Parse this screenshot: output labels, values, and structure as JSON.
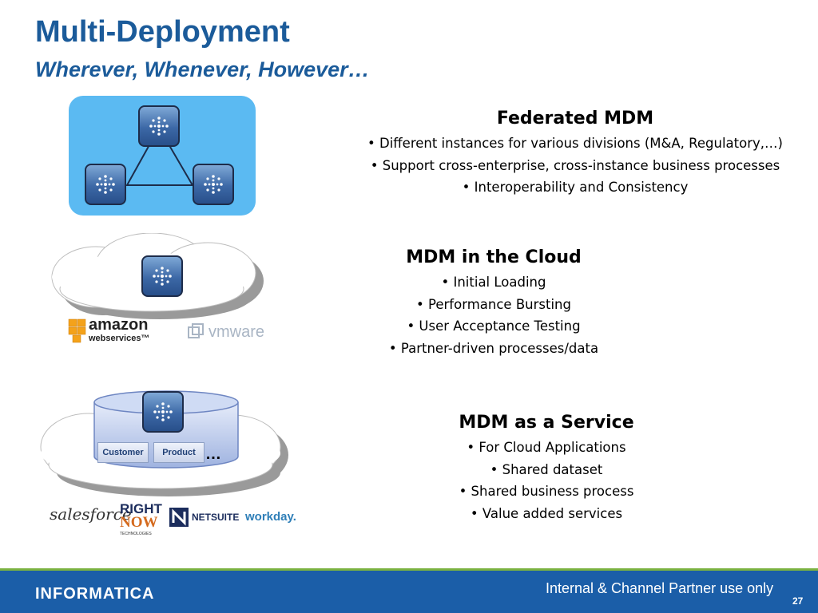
{
  "title": "Multi-Deployment",
  "subtitle": "Wherever, Whenever, However…",
  "sections": [
    {
      "heading": "Federated MDM",
      "bullets": [
        "• Different instances for various divisions (M&A, Regulatory,…)",
        "• Support cross-enterprise, cross-instance business processes",
        "• Interoperability and Consistency"
      ]
    },
    {
      "heading": "MDM in the Cloud",
      "bullets": [
        "• Initial Loading",
        "• Performance Bursting",
        "• User Acceptance Testing",
        "• Partner-driven processes/data"
      ]
    },
    {
      "heading": "MDM as a Service",
      "bullets": [
        "• For Cloud Applications",
        "• Shared dataset",
        "• Shared business process",
        "• Value added services"
      ]
    }
  ],
  "cloud_logos": {
    "amazon_top": "amazon",
    "amazon_bottom": "webservices™",
    "vmware": "vmware"
  },
  "db": {
    "tables": [
      "Customer",
      "Product"
    ],
    "more": "…"
  },
  "saas_logos": {
    "salesforce": "salesforce",
    "rightnow_top": "RIGHT",
    "rightnow_bottom": "NOW",
    "rightnow_tag": "TECHNOLOGIES",
    "netsuite": "NETSUITE",
    "workday": "workday."
  },
  "footer": {
    "logo": "INFORMATICA",
    "note": "Internal & Channel Partner use only",
    "page": "27"
  },
  "colors": {
    "title": "#1b5b9a",
    "footer_bg": "#1b5ea8",
    "footer_stripe": "#7bb241",
    "federated_panel": "#5bbaf2"
  }
}
